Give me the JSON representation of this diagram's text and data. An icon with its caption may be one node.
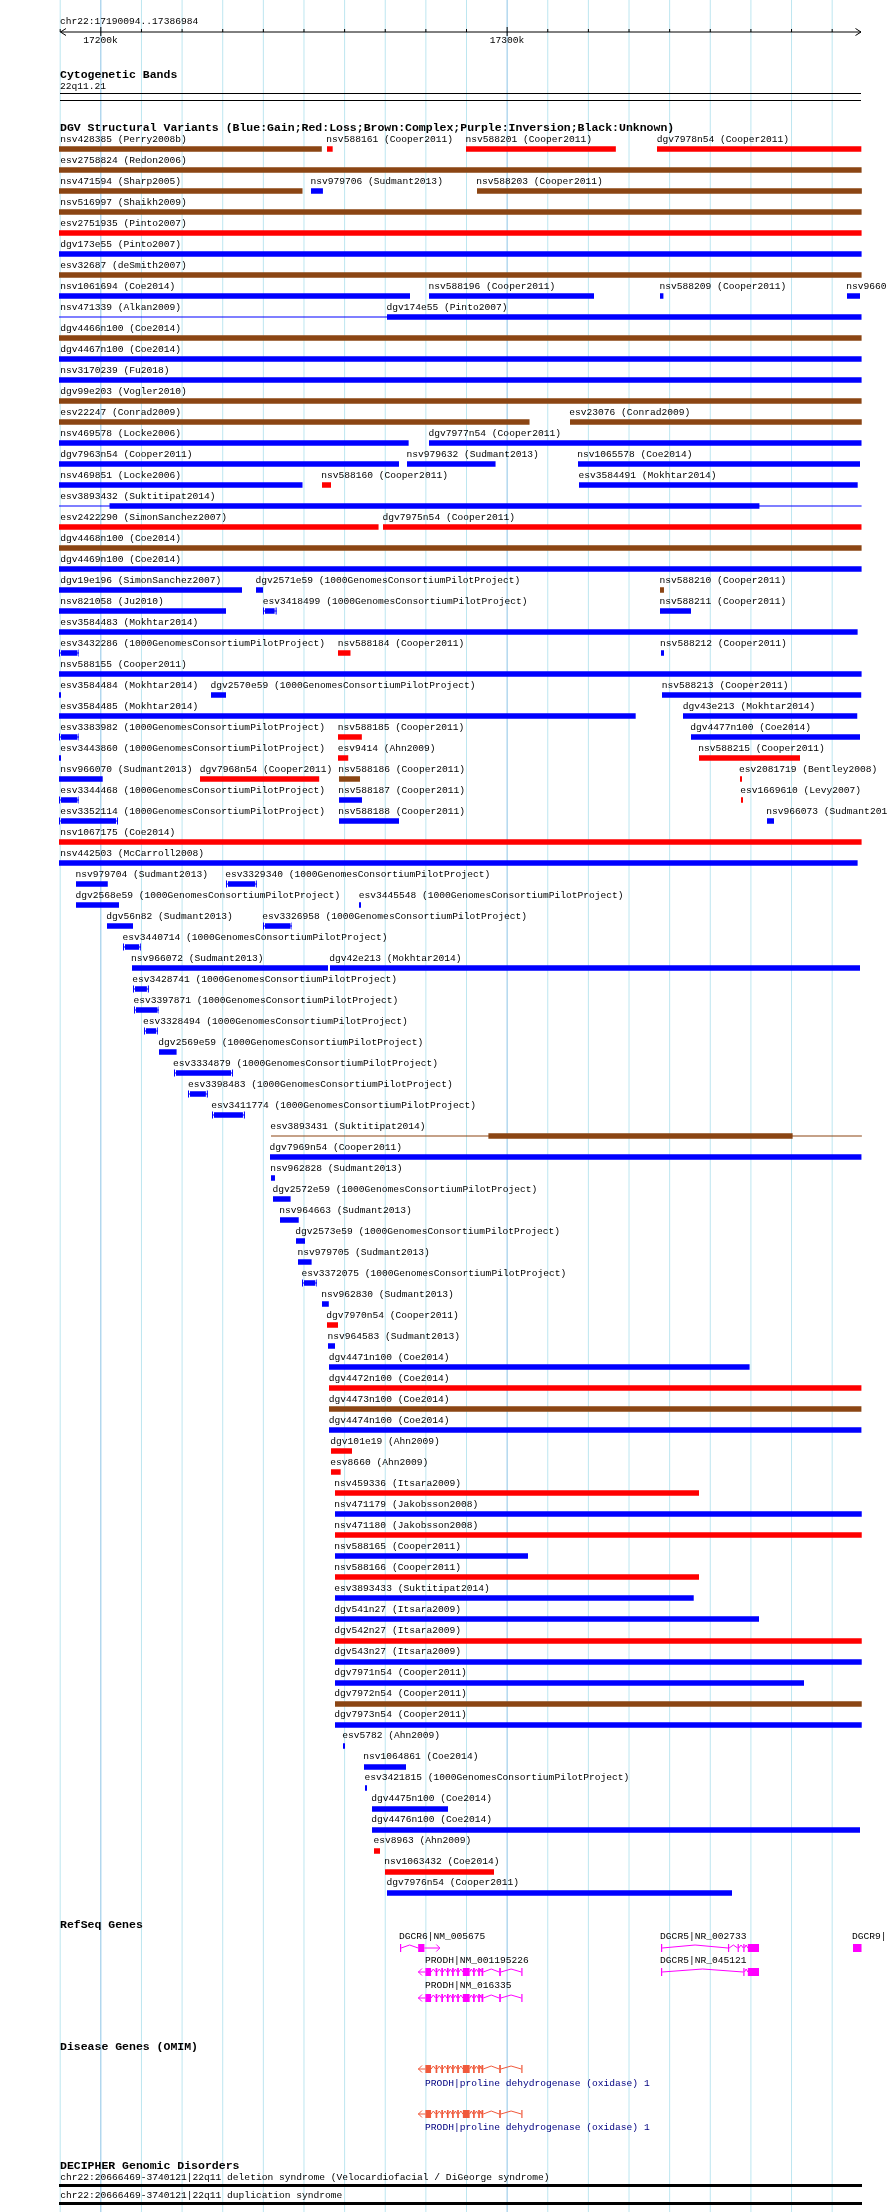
{
  "diagram": {
    "nodes": [
      {
        "text": [
          "22q11.21"
        ]
      },
      {
        "text": [
          "nsv428385 (Perry2008b)"
        ]
      },
      {
        "text": [
          "nsv588161 (Cooper2011)"
        ]
      },
      {
        "text": [
          "nsv588201 (Cooper2011)"
        ]
      },
      {
        "text": [
          "dgv7978n54 (Cooper2011)"
        ]
      },
      {
        "text": [
          "esv2758824 (Redon2006)"
        ]
      },
      {
        "text": [
          "nsv471594 (Sharp2005)"
        ]
      },
      {
        "text": [
          "nsv979706 (Sudmant2013)"
        ]
      },
      {
        "text": [
          "nsv588203 (Cooper2011)"
        ]
      },
      {
        "text": [
          "nsv516997 (Shaikh2009)"
        ]
      },
      {
        "text": [
          "esv2751935 (Pinto2007)"
        ]
      },
      {
        "text": [
          "dgv173e55 (Pinto2007)"
        ]
      },
      {
        "text": [
          "esv32687 (deSmith2007)"
        ]
      },
      {
        "text": [
          "nsv1061694 (Coe2014)"
        ]
      },
      {
        "text": [
          "nsv588196 (Cooper2011)"
        ]
      },
      {
        "text": [
          "nsv588209 (Cooper2011)"
        ]
      },
      {
        "text": [
          "nsv9660"
        ]
      },
      {
        "text": [
          "nsv471339 (Alkan2009)"
        ]
      },
      {
        "text": [
          "dgv174e55 (Pinto2007)"
        ]
      },
      {
        "text": [
          "dgv4466n100 (Coe2014)"
        ]
      },
      {
        "text": [
          "dgv4467n100 (Coe2014)"
        ]
      },
      {
        "text": [
          "nsv3170239 (Fu2018)"
        ]
      },
      {
        "text": [
          "dgv99e203 (Vogler2010)"
        ]
      },
      {
        "text": [
          "esv22247 (Conrad2009)"
        ]
      },
      {
        "text": [
          "esv23076 (Conrad2009)"
        ]
      },
      {
        "text": [
          "nsv469578 (Locke2006)"
        ]
      },
      {
        "text": [
          "dgv7977n54 (Cooper2011)"
        ]
      },
      {
        "text": [
          "dgv7963n54 (Cooper2011)"
        ]
      },
      {
        "text": [
          "nsv979632 (Sudmant2013)"
        ]
      },
      {
        "text": [
          "nsv1065578 (Coe2014)"
        ]
      },
      {
        "text": [
          "nsv469851 (Locke2006)"
        ]
      },
      {
        "text": [
          "nsv588160 (Cooper2011)"
        ]
      },
      {
        "text": [
          "esv3584491 (Mokhtar2014)"
        ]
      },
      {
        "text": [
          "esv3893432 (Suktitipat2014)"
        ]
      },
      {
        "text": [
          "esv2422290 (SimonSanchez2007)"
        ]
      },
      {
        "text": [
          "dgv7975n54 (Cooper2011)"
        ]
      },
      {
        "text": [
          "dgv4468n100 (Coe2014)"
        ]
      },
      {
        "text": [
          "dgv4469n100 (Coe2014)"
        ]
      },
      {
        "text": [
          "dgv19e196 (SimonSanchez2007)"
        ]
      },
      {
        "text": [
          "dgv2571e59 (1000GenomesConsortiumPilotProject)"
        ]
      },
      {
        "text": [
          "nsv588210 (Cooper2011)"
        ]
      },
      {
        "text": [
          "nsv821058 (Ju2010)"
        ]
      },
      {
        "text": [
          "esv3418499 (1000GenomesConsortiumPilotProject)"
        ]
      },
      {
        "text": [
          "nsv588211 (Cooper2011)"
        ]
      },
      {
        "text": [
          "esv3584483 (Mokhtar2014)"
        ]
      },
      {
        "text": [
          "esv3432286 (1000GenomesConsortiumPilotProject)"
        ]
      },
      {
        "text": [
          "nsv588184 (Cooper2011)"
        ]
      },
      {
        "text": [
          "nsv588212 (Cooper2011)"
        ]
      },
      {
        "text": [
          "nsv588155 (Cooper2011)"
        ]
      },
      {
        "text": [
          "esv3584484 (Mokhtar2014)"
        ]
      },
      {
        "text": [
          "dgv2570e59 (1000GenomesConsortiumPilotProject)"
        ]
      },
      {
        "text": [
          "nsv588213 (Cooper2011)"
        ]
      },
      {
        "text": [
          "esv3584485 (Mokhtar2014)"
        ]
      },
      {
        "text": [
          "dgv43e213 (Mokhtar2014)"
        ]
      },
      {
        "text": [
          "esv3383982 (1000GenomesConsortiumPilotProject)"
        ]
      },
      {
        "text": [
          "nsv588185 (Cooper2011)"
        ]
      },
      {
        "text": [
          "dgv4477n100 (Coe2014)"
        ]
      },
      {
        "text": [
          "esv3443860 (1000GenomesConsortiumPilotProject)"
        ]
      },
      {
        "text": [
          "esv9414 (Ahn2009)"
        ]
      },
      {
        "text": [
          "nsv588215 (Cooper2011)"
        ]
      },
      {
        "text": [
          "nsv966070 (Sudmant2013)"
        ]
      },
      {
        "text": [
          "dgv7968n54 (Cooper2011)"
        ]
      },
      {
        "text": [
          "nsv588186 (Cooper2011)"
        ]
      },
      {
        "text": [
          "esv2081719 (Bentley2008)"
        ]
      },
      {
        "text": [
          "esv3344468 (1000GenomesConsortiumPilotProject)"
        ]
      },
      {
        "text": [
          "nsv588187 (Cooper2011)"
        ]
      },
      {
        "text": [
          "esv1669610 (Levy2007)"
        ]
      },
      {
        "text": [
          "esv3352114 (1000GenomesConsortiumPilotProject)"
        ]
      },
      {
        "text": [
          "nsv588188 (Cooper2011)"
        ]
      },
      {
        "text": [
          "nsv966073 (Sudmant201"
        ]
      },
      {
        "text": [
          "nsv1067175 (Coe2014)"
        ]
      },
      {
        "text": [
          "nsv442503 (McCarroll2008)"
        ]
      },
      {
        "text": [
          "nsv979704 (Sudmant2013)"
        ]
      },
      {
        "text": [
          "esv3329340 (1000GenomesConsortiumPilotProject)"
        ]
      },
      {
        "text": [
          "dgv2568e59 (1000GenomesConsortiumPilotProject)"
        ]
      },
      {
        "text": [
          "esv3445548 (1000GenomesConsortiumPilotProject)"
        ]
      },
      {
        "text": [
          "dgv56n82 (Sudmant2013)"
        ]
      },
      {
        "text": [
          "esv3326958 (1000GenomesConsortiumPilotProject)"
        ]
      },
      {
        "text": [
          "esv3440714 (1000GenomesConsortiumPilotProject)"
        ]
      },
      {
        "text": [
          "nsv966072 (Sudmant2013)"
        ]
      },
      {
        "text": [
          "dgv42e213 (Mokhtar2014)"
        ]
      },
      {
        "text": [
          "esv3428741 (1000GenomesConsortiumPilotProject)"
        ]
      },
      {
        "text": [
          "esv3397871 (1000GenomesConsortiumPilotProject)"
        ]
      },
      {
        "text": [
          "esv3328494 (1000GenomesConsortiumPilotProject)"
        ]
      },
      {
        "text": [
          "dgv2569e59 (1000GenomesConsortiumPilotProject)"
        ]
      },
      {
        "text": [
          "esv3334879 (1000GenomesConsortiumPilotProject)"
        ]
      },
      {
        "text": [
          "esv3398483 (1000GenomesConsortiumPilotProject)"
        ]
      },
      {
        "text": [
          "esv3411774 (1000GenomesConsortiumPilotProject)"
        ]
      },
      {
        "text": [
          "esv3893431 (Suktitipat2014)"
        ]
      },
      {
        "text": [
          "dgv7969n54 (Cooper2011)"
        ]
      },
      {
        "text": [
          "nsv962828 (Sudmant2013)"
        ]
      },
      {
        "text": [
          "dgv2572e59 (1000GenomesConsortiumPilotProject)"
        ]
      },
      {
        "text": [
          "nsv964663 (Sudmant2013)"
        ]
      },
      {
        "text": [
          "dgv2573e59 (1000GenomesConsortiumPilotProject)"
        ]
      },
      {
        "text": [
          "nsv979705 (Sudmant2013)"
        ]
      },
      {
        "text": [
          "esv3372075 (1000GenomesConsortiumPilotProject)"
        ]
      },
      {
        "text": [
          "nsv962830 (Sudmant2013)"
        ]
      },
      {
        "text": [
          "dgv7970n54 (Cooper2011)"
        ]
      },
      {
        "text": [
          "nsv964583 (Sudmant2013)"
        ]
      },
      {
        "text": [
          "dgv4471n100 (Coe2014)"
        ]
      },
      {
        "text": [
          "dgv4472n100 (Coe2014)"
        ]
      },
      {
        "text": [
          "dgv4473n100 (Coe2014)"
        ]
      },
      {
        "text": [
          "dgv4474n100 (Coe2014)"
        ]
      },
      {
        "text": [
          "dgv101e19 (Ahn2009)"
        ]
      },
      {
        "text": [
          "esv8660 (Ahn2009)"
        ]
      },
      {
        "text": [
          "nsv459336 (Itsara2009)"
        ]
      },
      {
        "text": [
          "nsv471179 (Jakobsson2008)"
        ]
      },
      {
        "text": [
          "nsv471180 (Jakobsson2008)"
        ]
      },
      {
        "text": [
          "nsv588165 (Cooper2011)"
        ]
      },
      {
        "text": [
          "nsv588166 (Cooper2011)"
        ]
      },
      {
        "text": [
          "esv3893433 (Suktitipat2014)"
        ]
      },
      {
        "text": [
          "dgv541n27 (Itsara2009)"
        ]
      },
      {
        "text": [
          "dgv542n27 (Itsara2009)"
        ]
      },
      {
        "text": [
          "dgv543n27 (Itsara2009)"
        ]
      },
      {
        "text": [
          "dgv7971n54 (Cooper2011)"
        ]
      },
      {
        "text": [
          "dgv7972n54 (Cooper2011)"
        ]
      },
      {
        "text": [
          "dgv7973n54 (Cooper2011)"
        ]
      },
      {
        "text": [
          "esv5782 (Ahn2009)"
        ]
      },
      {
        "text": [
          "nsv1064861 (Coe2014)"
        ]
      },
      {
        "text": [
          "esv3421815 (1000GenomesConsortiumPilotProject)"
        ]
      },
      {
        "text": [
          "dgv4475n100 (Coe2014)"
        ]
      },
      {
        "text": [
          "dgv4476n100 (Coe2014)"
        ]
      },
      {
        "text": [
          "esv8963 (Ahn2009)"
        ]
      },
      {
        "text": [
          "nsv1063432 (Coe2014)"
        ]
      },
      {
        "text": [
          "dgv7976n54 (Cooper2011)"
        ]
      },
      {
        "text": [
          "DGCR6|NM_005675"
        ]
      },
      {
        "text": [
          "PRODH|NM_001195226"
        ]
      },
      {
        "text": [
          "PRODH|NM_016335"
        ]
      },
      {
        "text": [
          "DGCR5|NR_002733"
        ]
      },
      {
        "text": [
          "DGCR5|NR_045121"
        ]
      },
      {
        "text": [
          "DGCR9|"
        ]
      },
      {
        "text": [
          "PRODH|proline dehydrogenase (oxidase) 1"
        ]
      },
      {
        "text": [
          "PRODH|proline dehydrogenase (oxidase) 1"
        ]
      },
      {
        "text": [
          "chr22:20666469-3740121|22q11 deletion syndrome (Velocardiofacial / DiGeorge syndrome)"
        ]
      },
      {
        "text": [
          "chr22:20666469-3740121|22q11 duplication syndrome"
        ]
      }
    ],
    "labels": [
      "chr22:17190094..17386984",
      "17200k",
      "17300k",
      "Cytogenetic Bands",
      "DGV Structural Variants (Blue:Gain;Red:Loss;Brown:Complex;Purple:Inversion;Black:Unknown)",
      "RefSeq Genes",
      "Disease Genes (OMIM)",
      "DECIPHER Genomic Disorders"
    ]
  }
}
